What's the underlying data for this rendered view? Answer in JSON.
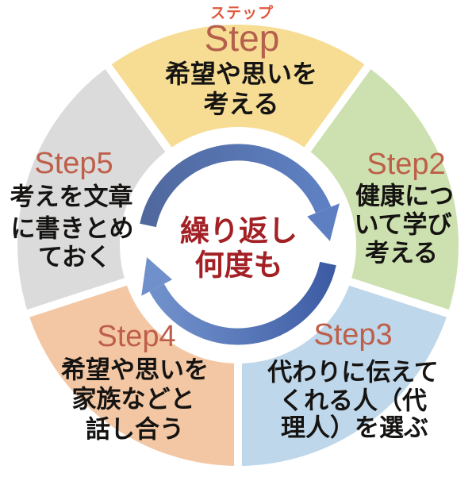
{
  "diagram_title": {
    "furigana": "ステップ",
    "label": "Step"
  },
  "segments": [
    {
      "id": "step1",
      "label": "Step",
      "color": "#F7DD94",
      "lines": [
        "希望や思いを",
        "考える"
      ]
    },
    {
      "id": "step2",
      "label": "Step2",
      "color": "#CCE1AF",
      "lines": [
        "健康につ",
        "いて学び",
        "考える"
      ]
    },
    {
      "id": "step3",
      "label": "Step3",
      "color": "#BED7EA",
      "lines": [
        "代わりに伝えて",
        "くれる人（代",
        "理人）を選ぶ"
      ]
    },
    {
      "id": "step4",
      "label": "Step4",
      "color": "#F3C7A4",
      "lines": [
        "希望や思いを",
        "家族などと",
        "話し合う"
      ]
    },
    {
      "id": "step5",
      "label": "Step5",
      "color": "#DBDBDB",
      "lines": [
        "考えを文章",
        "に書きとめ",
        "ておく"
      ]
    }
  ],
  "center": {
    "line1": "繰り返し",
    "line2": "何度も",
    "text_color": "#A32025"
  },
  "arrows": {
    "top_tail_color": "#50689E",
    "top_head_color": "#5E80C2",
    "bottom_tail_color": "#3E5CA4",
    "bottom_head_color": "#7090CB"
  },
  "label_color": "#BE5F4A",
  "furigana_color": "#E2593E"
}
